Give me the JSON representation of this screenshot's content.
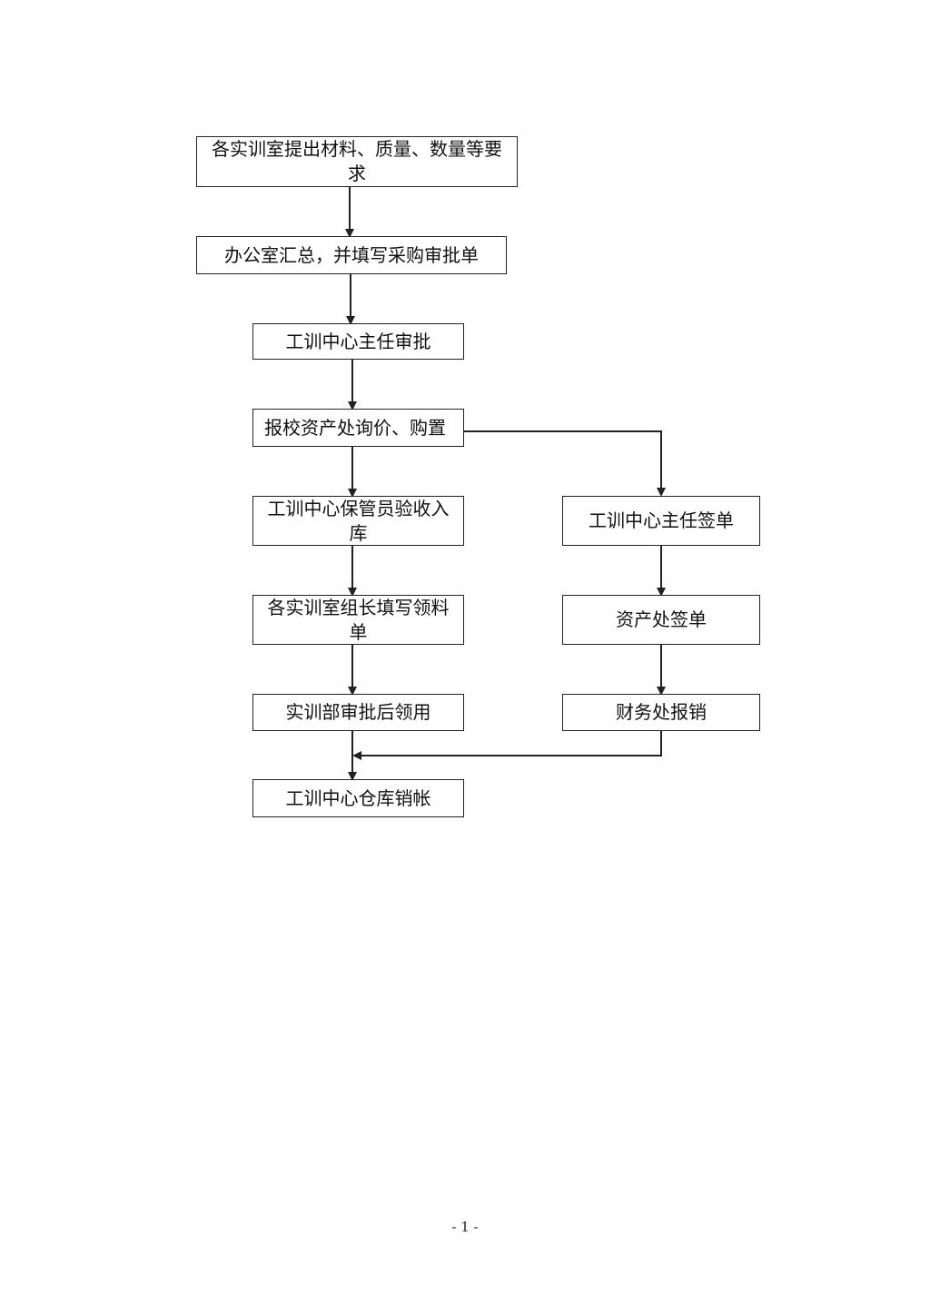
{
  "flowchart": {
    "steps": {
      "s1": "各实训室提出材料、质量、数量等要求",
      "s2": "办公室汇总，并填写采购审批单",
      "s3": "工训中心主任审批",
      "s4": "报校资产处询价、购置",
      "s5": "工训中心保管员验收入库",
      "s6": "各实训室组长填写领料单",
      "s7": "实训部审批后领用",
      "s8": "工训中心仓库销帐",
      "r1": "工训中心主任签单",
      "r2": "资产处签单",
      "r3": "财务处报销"
    }
  },
  "page_number": "- 1 -"
}
